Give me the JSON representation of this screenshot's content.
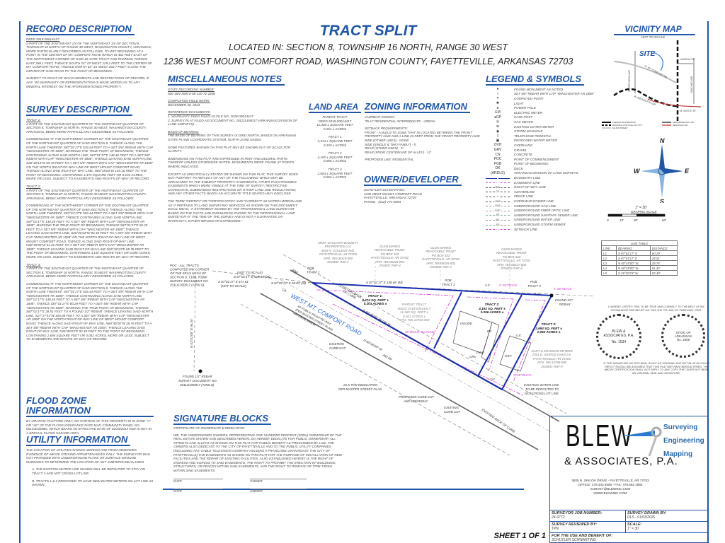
{
  "title": "TRACT SPLIT",
  "location": "LOCATED IN: SECTION 8, TOWNSHIP 16 NORTH, RANGE 30 WEST",
  "address": "1236 WEST MOUNT COMFORT ROAD, WASHINGTON COUNTY, FAYETTEVILLE, ARKANSAS 72703",
  "record": {
    "heading": "RECORD DESCRIPTION",
    "deed": "DEED 2018-00014417:",
    "text": "A PART OF THE SOUTHEAST 1/4 OF THE NORTHEAST 1/4 OF SECTION 8, TOWNSHIP 16 NORTH OF RANGE 30 WEST, WASHINGTON COUNTY, ARKANSAS, MORE PARTICULARLY DESCRIBED AS FOLLOWS, TO-WIT: BEGINNING AT A POINT IN THE CENTER OF MT. COMFORT ROAD WHICH IS 462 FEET EAST OF THE NORTHWEST CORNER OF SAID 40 ACRE TRACT AND RUNNING THENCE EAST 288.1 FEET, THENCE SOUTH 24° 19' WEST 129.2 FEET TO THE CENTER OF MT. COMFORT ROAD, THENCE NORTH 63° 16' WEST 262.7 FEET ALONG THE CENTER OF SAID ROAD TO THE POINT OF BEGINNING.",
    "subject": "SUBJECT TO RIGHT OF WAY,EASEMENTS AND RESTRICTIONS OF RECORD, IF ANY. NO WARRANTY OR REPRESENTATION IS MADE HEREIN AS TO ANY MINERAL INTEREST ON THE AFOREMENTIONED PROPERTY."
  },
  "survey": {
    "heading": "SURVEY DESCRIPTION",
    "tracts": [
      {
        "label": "TRACT 1:",
        "intro": "A PART OF THE SOUTHEAST QUARTER OF THE NORTHEAST QUARTER OF SECTION 8, TOWNSHIP 16 NORTH, RANGE 30 WEST, WASHINGTON COUNTY, ARKANSAS, BEING MORE PARTICULARLY DESCRIBED AS FOLLOWS:",
        "body": "COMMENCING AT THE NORTHWEST CORNER OF THE SOUTHEAST QUARTER OF THE NORTHEAST QUARTER OF SAID SECTION 8, THENCE ALONG THE NORTH LINE THEREOF, S87°01'17\"E 528.44 FEET TO A SET 5/8\" REBAR WITH CAP \"WINCHESTER AR 1808\", MARKING THE TRUE POINT OF BEGINNING; THENCE CONTINUING ALONG SAID NORTH LINE, S87°01'17\"E 148.46 FEET TO A SET 5/8\" REBAR WITH CAP \"WINCHESTER AR 1808\"; THENCE LEAVING SAID NORTH LINE, S26°36'13\"W 65.78 FEET TO A SET 5/8\" REBAR WITH CAP \"WINCHESTER AR 1808\" ON THE NORTH RIGHT-OF-WAY LINE OF WEST MOUNT COMFORT ROAD; THENCE ALONG SAID RIGHT-OF-WAY LINE, N60°45'00\"W 136.16 FEET TO THE POINT OF BEGINNING. CONTAINING 4,474 SQUARE FEET OR 0.103 ACRES, MORE OR LESS. SUBJECT TO EASEMENTS AND RIGHTS-OF-WAY OF RECORD."
      },
      {
        "label": "TRACT 2:",
        "intro": "A PART OF THE SOUTHEAST QUARTER OF THE NORTHEAST QUARTER OF SECTION 8, TOWNSHIP 16 NORTH, RANGE 30 WEST, WASHINGTON COUNTY, ARKANSAS, BEING MORE PARTICULARLY DESCRIBED AS FOLLOWS:",
        "body": "COMMENCING AT THE NORTHWEST CORNER OF THE SOUTHEAST QUARTER OF THE NORTHEAST QUARTER OF SAID SECTION 8, THENCE ALONG THE NORTH LINE THEREOF, S87°01'17\"E 528.44 FEET TO A SET 5/8\" REBAR WITH CAP \"WINCHESTER AR 1808\"; THENCE CONTINUING ALONG SAID NORTH LINE, S87°01'17\"E 148.46 FEET TO A SET 5/8\" REBAR WITH CAP \"WINCHESTER AR 1808\", MARKING THE TRUE POINT OF BEGINNING; THENCE S87°01'17\"E 60.29 FEET TO A SET 5/8\" REBAR WITH CAP \"WINCHESTER AR 1808\"; THENCE LEAVING SAID NORTH LINE, S26°00'23\"W 92.40 FEET TO A SET 5/8\" REBAR WITH CAP \"WINCHESTER AR 1808\" ON THE NORTH RIGHT-OF-WAY LINE OF WEST MOUNT COMFORT ROAD; THENCE ALONG SAID RIGHT-OF-WAY LINE N60°45'00\"W 51.42 FEET TO A SET 5/8\" REBAR WITH CAP \"WINCHESTER AR 1808\"; THENCE LEAVING SAID RIGHT-OF-WAY LINE N26°36'13\"E 65.78 FEET TO THE POINT OF BEGINNING. CONTAINING 4,192 SQUARE FEET OR 0.096 ACRES, MORE OR LESS. SUBJECT TO EASEMENTS AND RIGHTS-OF-WAY OF RECORD."
      },
      {
        "label": "TRACT 3:",
        "intro": "A PART OF THE SOUTHEAST QUARTER OF THE NORTHEAST QUARTER OF SECTION 8, TOWNSHIP 16 NORTH, RANGE 30 WEST, WASHINGTON COUNTY, ARKANSAS, BEING MORE PARTICULARLY DESCRIBED AS FOLLOWS:",
        "body": "COMMENCING AT THE NORTHWEST CORNER OF THE SOUTHEAST QUARTER OF THE NORTHEAST QUARTER OF SAID SECTION 8, THENCE ALONG THE NORTH LINE THEREOF, S87°01'17\"E 528.44 FEET TO A SET 5/8\" REBAR WITH CAP \"WINCHESTER AR 1808\"; THENCE CONTINUING ALONG SAID NORTH LINE, S87°01'17\"E 148.46 FEET TO A SET 5/8\" REBAR WITH CAP \"WINCHESTER AR 1808\"; THENCE S87°01'17\"E 60.29 FEET TO A SET 5/8\" REBAR WITH CAP \"WINCHESTER AR 1808\", MARKING THE TRUE POINT OF BEGINNING; THENCE S87°01'17\"E 28.51 FEET TO A FOUND 1/2\" REBAR; THENCE LEAVING SAID NORTH LINE, S27°17'43\"W 105.08 FEET TO A SET 5/8\" REBAR WITH CAP \"WINCHESTER AR 1808\" ON THE NORTH RIGHT-OF-WAY LINE OF WEST MOUNT COMFORT ROAD; THENCE ALONG SAID RIGHT-OF-WAY LINE, N60°45'00\"W 28.76 FEET TO A SET 5/8\" REBAR WITH CAP \"WINCHESTER AR 1808\"; THENCE LEAVING SAID RIGHT-OF-WAY LINE, N26°00'23\"E 92.40 FEET TO THE POINT OF BEGINNING. CONTAINING 2,694 SQUARE FEET OR 0.062 ACRES, MORE OR LESS. SUBJECT TO EASEMENTS AND RIGHTS-OF-WAY OF RECORD."
      }
    ]
  },
  "flood": {
    "heading": "FLOOD ZONE INFORMATION",
    "text": "BY GRAPHIC PLOTTING ONLY, NO PORTION OF THIS PROPERTY IS IN ZONE \"A\" OR \"AE\" OF THE FLOOD INSURANCE RATE MAP, COMMUNITY PANEL NO. 05143C0208G, WHICH BEARS AN EFFECTIVE DATE OF 01/25/2024 AND IS NOT IN A SPECIAL FLOOD HAZARD AREA."
  },
  "utility": {
    "heading": "UTILITY INFORMATION",
    "text": "THE LOCATION OF UTILITIES SHOWN HEREON ARE FROM OBSERVED EVIDENCE OF ABOVE GROUND APPURTENANCES ONLY. THE SURVEYOR WAS NOT PROVIDED WITH UNDERGROUND PLANS OR SURFACE GROUND MARKINGS TO DETERMINE THE LOCATION OF ANY SUBTERRANEAN USES.",
    "a": "A. THE EXISTING WATER LINE SHOWN WILL BE REROUTED TO STAY ON TRACT 3 AND NOT CROSS LOT LINE.",
    "b": "B. TRACTS 1 & 2 PROPOSED TO HAVE NEW WATER METERS ON LOT LINE AS SHOWN."
  },
  "misc": {
    "heading": "MISCELLANEOUS NOTES",
    "items": [
      {
        "label": "STATE RECORDING NUMBER:",
        "text": "500-16N-30W-0-08-120-72-1808"
      },
      {
        "label": "COMPLETED FIELD WORK:",
        "text": "DECEMBER 30, 2024"
      },
      {
        "label": "REFERENCE DOCUMENTS:",
        "text": "1. WARRANTY DEED FILED AS FILE NO. 2018-00014417.\n2. SURVEY PLAT FILED AS DOCUMENT NO. 201111300017 (ARKANSAS DIVISION OF LAND SURVEYS)."
      },
      {
        "label": "BASIS OF BEARING:",
        "text": "THE BASIS OF BEARING OF THIS SURVEY IS GRID NORTH, BASED ON ARKANSAS STATE PLANE COORDINATE SYSTEM, NORTH ZONE NAD83."
      }
    ],
    "paras": [
      "SOME FEATURES SHOWN ON THIS PLAT MAY BE SHOWN OUT OF SCALE FOR CLARITY.",
      "DIMENSIONS ON THIS PLAT ARE EXPRESSED IN FEET AND DECIMAL PARTS THEREOF UNLESS OTHERWISE NOTED. MONUMENTS WERE FOUND AT POINTS WHERE INDICATED.",
      "EXCEPT AS SPECIFICALLY STATED OR SHOWN ON THIS PLAT, THIS SURVEY DOES NOT PURPORT TO REFLECT OF ANY OF THE FOLLOWING WHICH MAY BE APPLICABLE TO THE SUBJECT PROPERTY: EASEMENTS, OTHER THAN POSSIBLE EASEMENTS WHICH WERE VISIBLE AT THE TIME OF SURVEY; RESTRICTIVE COVENANTS; SUBDIVISION RESTRICTIONS OR OTHER LAND USE REGULATIONS; AND ANY OTHER FACTS WHICH AN ACCURATE TITLE SEARCH MAY DISCLOSE.",
      "THE TERM \"CERTIFY\" OR \"CERTIFICATION\" AND \"CORRECT\" AS NOTED HEREON AND AS IT PERTAINS TO LAND SURVEYING SERVICES AS SHOWN ON THIS DOCUMENT SHALL MEAN, \"A STATEMENT SIGNED BY THE PROFESSIONAL LAND SURVEYOR BASED ON THE FACTS AND KNOWLEDGE KNOWN TO THE PROFESSIONAL LAND SURVEYOR AT THE TIME OF THE SURVEY AND IS NOT A GUARANTEE OR WARRANTY, EITHER IMPLIED OR EXPRESSED.\""
    ]
  },
  "land": {
    "heading": "LAND AREA",
    "blocks": [
      {
        "name": "PARENT TRACT",
        "l1": "DEED 2018-00014417",
        "l2": "11,360 ± SQUARE FEET",
        "l3": "0.261 ± ACRES"
      },
      {
        "name": "TRACT 1",
        "l1": "",
        "l2": "4,474 ± SQUARE FEET",
        "l3": "0.103 ± ACRES"
      },
      {
        "name": "TRACT 2",
        "l1": "",
        "l2": "4,192 ± SQUARE FEET",
        "l3": "0.096 ± ACRES"
      },
      {
        "name": "TRACT 3",
        "l1": "",
        "l2": "2,694 ± SQUARE FEET",
        "l3": "0.062 ± ACRES"
      }
    ]
  },
  "zoning": {
    "heading": "ZONING INFORMATION",
    "current_label": "CURRENT ZONING:",
    "current": "\"RI-U\" RESIDENTIAL INTERMEDIATE - URBAN",
    "setback_label": "SETBACK REQUIREMENTS:",
    "setbacks": [
      "FRONT - A BUILD-TO ZONE THAT IS LOCATED BETWEEN THE FRONT PROPERTY LINE AND A LINE 25 FEET FROM THE FRONT PROPERTY LINE.",
      "SIDE (OTHER USES) - NONE",
      "SIDE (SINGLE & TWO FAMILY) - 5'",
      "REAR (OTHER USES) - 5'",
      "REAR (FROM CENTERLINE OF ALLEY) - 12'"
    ],
    "proposed": "PROPOSED USE: RESIDENTIAL"
  },
  "owner": {
    "heading": "OWNER/DEVELOPER",
    "lines": [
      "SCHUYLER SCHWARTING",
      "1236 WEST MOUNT COMFORT ROAD",
      "FAYETTEVILLE, ARKANSAS 72703",
      "PHONE - (512)-771-6084"
    ]
  },
  "legend": {
    "heading": "LEGEND & SYMBOLS",
    "items": [
      {
        "sym": "●",
        "desc": "FOUND MONUMENT AS NOTED"
      },
      {
        "sym": "○",
        "desc": "SET 5/8\" REBAR WITH CAP \"WINCHESTER AR 1808\""
      },
      {
        "sym": "✦",
        "desc": "COMPUTED POINT"
      },
      {
        "sym": "✺",
        "desc": "LIGHT"
      },
      {
        "sym": "ø",
        "desc": "POWER POLE"
      },
      {
        "sym": "EM",
        "desc": "ELECTRIC METER"
      },
      {
        "sym": "●GP",
        "desc": "GATE POST"
      },
      {
        "sym": "◎",
        "desc": "GAS METER"
      },
      {
        "sym": "⊛",
        "desc": "EXISTING WATER METER"
      },
      {
        "sym": "◉",
        "desc": "STORM MANHOLE"
      },
      {
        "sym": "▯",
        "desc": "TELEPHONE PEDESTAL"
      },
      {
        "sym": "▣",
        "desc": "PROPOSED WATER METER"
      },
      {
        "sym": "OVH",
        "desc": "OVERHANG"
      },
      {
        "sym": "GRV",
        "desc": "GRAVEL"
      },
      {
        "sym": "CN",
        "desc": "CONCRETE"
      },
      {
        "sym": "POC",
        "desc": "POINT OF COMMENCEMENT"
      },
      {
        "sym": "POB",
        "desc": "POINT OF BEGINNING"
      },
      {
        "sym": "DK",
        "desc": "DECK"
      },
      {
        "sym": "(ARDLS)",
        "desc": "ARKANSAS DIVISION OF LAND SURVEYS"
      }
    ],
    "lines": [
      {
        "sym": "",
        "desc": "BOUNDARY LINE",
        "color": "#1a2fb0"
      },
      {
        "sym": "",
        "desc": "EASEMENT LINE",
        "color": "#b050c0"
      },
      {
        "sym": "R/W",
        "desc": "RIGHT-OF-WAY LINE",
        "color": "#555"
      },
      {
        "sym": "C/L",
        "desc": "CENTERLINE",
        "color": "#555"
      },
      {
        "sym": "x",
        "desc": "FENCE LINE",
        "color": "#555"
      },
      {
        "sym": "OHP",
        "desc": "OVERHEAD POWER LINE",
        "color": "#555"
      },
      {
        "sym": "GAS",
        "desc": "UNDERGROUND GAS LINE",
        "color": "#999"
      },
      {
        "sym": "FOP",
        "desc": "UNDERGROUND FIBER OPTIC LINE",
        "color": "#999"
      },
      {
        "sym": "SS",
        "desc": "UNDERGROUND SANITARY SEWER LINE",
        "color": "#8aa"
      },
      {
        "sym": "WL",
        "desc": "UNDERGROUND WATER LINE",
        "color": "#999"
      },
      {
        "sym": "SD",
        "desc": "UNDERGROUND STORM SEWER",
        "color": "#999"
      },
      {
        "sym": "",
        "desc": "SETBACK LINE",
        "color": "#d040d0"
      }
    ]
  },
  "vicinity": {
    "heading": "VICINITY MAP",
    "not_to_scale": "NOT TO SCALE",
    "site": "SITE",
    "streets": [
      "N. STEPHENS AVE",
      "W. MT. COMFORT RD",
      "LAWSON ST.",
      "OAKLAND AVE",
      "W. WEDINGTON DR",
      "W. NORTH ST."
    ],
    "key": [
      "FREEWAY/EXPRESSWAY",
      "REGIONAL LINK-HIGH ACTIVITY",
      "MAJOR STREET",
      "NEIGHBORHOOD LINK",
      "REGIONAL LINK"
    ]
  },
  "north": {
    "n": "N",
    "s": "S",
    "e": "E",
    "w": "W"
  },
  "scale": {
    "ratio": "1\" = 30'",
    "label": "GRAPHIC SCALE",
    "ticks": [
      "0",
      "15'",
      "30'",
      "60'"
    ]
  },
  "line_table": {
    "title": "LINE TABLE",
    "headers": [
      "LINE",
      "BEARING",
      "DISTANCE"
    ],
    "rows": [
      [
        "L1",
        "S 87°01'17\" E",
        "60.29'"
      ],
      [
        "L2",
        "S 87°01'17\" E",
        "28.51'"
      ],
      [
        "L3",
        "N 60°45'00\" W",
        "28.76'"
      ],
      [
        "L4",
        "N 60°45'00\" W",
        "51.42'"
      ],
      [
        "L5",
        "S 26°00'23\" W",
        "92.40'"
      ]
    ]
  },
  "cert": {
    "top": "I HEREBY CERTIFY THIS TO BE TRUE AND CORRECT TO THE BEST OF MY KNOWLEDGE AND BELIEF ON THIS THE 5TH DAY OF FEBRUARY, 2025.",
    "seal1": [
      "BLEW &",
      "ASSOCIATES, P.A.",
      "No. 1534"
    ],
    "seal2": [
      "STATE OF",
      "ARKANSAS",
      "No. 1808"
    ],
    "bottom": "IF THE SIGNATURE ON THIS SEAL IS NOT AN ORIGINAL AND NOT BLUE IN COLOR THEN IT SHOULD BE ASSUMED THAT THIS PLAT MAY HAVE BEEN ALTERED. THE ABOVE CERTIFICATION SHALL NOT APPLY TO ANY COPY THAT DOES NOT BEAR AN ORIGINAL SEAL AND SIGNATURE."
  },
  "signature": {
    "heading": "SIGNATURE BLOCKS",
    "sub": "CERTIFICATE OF OWNERSHIP & DEDICATION",
    "text": "WE, THE UNDERSIGNED OWNERS, REPRESENTING ONE HUNDRED PERCENT (100%) OWNERSHIP OF THE REAL ESTATE SHOWN AND DESCRIBED HEREIN, DO HEREBY DEDICATE FOR PUBLIC OWNERSHIP, ALL STREETS AND ALLEYS AS SHOWN ON THIS PLAT FOR PUBLIC BENEFIT AS PRESCRIBED BY LAW. THE OWNERS ALSO DEDICATE TO THE CITY OF FAYETTEVILLE AND TO THE PUBLIC UTILITY COMPANIES (INCLUDING ANY CABLE TELEVISION COMPANY HOLDING A FRANCHISE GRANTED BY THE CITY OF FAYETTEVILLE) THE EASEMENTS AS SHOWN ON THIS PLAT FOR THE PURPOSE OF INSTALLATION OF NEW FACILITIES AND THE REPAIR OF EXISTING FACILITIES. ALSO ESTABLISHED HEREBY IS THE RIGHT OF INGRESS AND EGRESS TO SAID EASEMENTS, THE RIGHT TO PROHIBIT THE ERECTION OF BUILDINGS, STRUCTURES, OR FENCES WITHIN SAID EASEMENTS, AND THE RIGHT TO REMOVE OR TRIM TREES WITHIN SAID EASEMENTS.",
    "date": "DATE",
    "owner": "OWNER"
  },
  "company": {
    "name1": "BLEW",
    "name2": "& ASSOCIATES, P.A.",
    "services": [
      "Surveying",
      "Engineering",
      "Mapping"
    ],
    "address": "3825 N. SHILOH DRIVE - FAYETTEVILLE, AR 72703",
    "phone": "OFFICE: 479.443.4506 - FAX: 479.582.1883",
    "email": "SURVEY@BLEWINC.COM",
    "web": "WWW.BLEWINC.COM"
  },
  "titleblock": {
    "job_label": "SURVEYOR JOB NUMBER:",
    "job": "24-9772",
    "drawn_label": "SURVEY DRAWN BY:",
    "drawn": "DLS - 01/03/2025",
    "reviewed_label": "SURVEY REVIEWED BY:",
    "reviewed": "TPN",
    "scale_label": "SCALE:",
    "scale": "1\" = 30'",
    "benefit_label": "FOR THE USE AND BENEFIT OF:",
    "benefit": "SCHUYLER SCHWARTING",
    "sheet": "SHEET 1 OF 1"
  },
  "plat": {
    "neighbors": [
      {
        "l": [
          "MARY ZACCANTI BASSETT",
          "PROPERTIES LLC",
          "3263 N. COLLEGE AVE.",
          "FAYETTEVILLE, AR 72703",
          "APN: 765-06319-000",
          "ZONED: RSF-4"
        ]
      },
      {
        "l": [
          "GLEN MARKS",
          "REVOCABLE TRUST",
          "PO BOX 533",
          "FAYETTEVILLE, AR 72702",
          "APN: 765-06318-001",
          "ZONED: RSF-4"
        ]
      },
      {
        "l": [
          "GLEN MARKS",
          "REVOCABLE TRUST",
          "PO BOX 533",
          "FAYETTEVILLE, AR 72702",
          "APN: 765-06318-002",
          "ZONED: RSF-4"
        ]
      },
      {
        "l": [
          "GLEN MARKS",
          "REVOCABLE TRUST",
          "PO BOX 533",
          "FAYETTEVILLE, AR 72702",
          "APN: 765-06317-000",
          "ZONED: RSF-4"
        ]
      },
      {
        "l": [
          "GARY & SHANNON PETERS",
          "2341 E. GENTLE OAKS LN.",
          "FAYETTEVILLE, AR 72703",
          "APN: 765-13765-000",
          "ZONED: RSF-4"
        ]
      }
    ],
    "parent": [
      "PARENT TRACT",
      "DEED 2018-00014417",
      "11,360 SQ. FEET ±",
      "0.261 ACRES ±",
      "APN: 765-13764-000"
    ],
    "tract1": [
      "TRACT 1:",
      "4,474 SQ. FEET ±",
      "0.103 ACRES ±"
    ],
    "tract2": [
      "TRACT 2:",
      "4,192 SQ. FEET ±",
      "0.096 ACRES ±"
    ],
    "tract3": [
      "TRACT 3:",
      "2,694 SQ. FEET ±",
      "0.062 ACRES ±"
    ],
    "labels": {
      "poc": [
        "POC - ALL TRACTS",
        "COMPUTED NW CORNER",
        "OF THE SE1/4 NE1/4 OF",
        "SECTION 8, T16N, R30W",
        "SURVEY DOCUMENT NO.",
        "201111300017 (ARDLS)"
      ],
      "nts1": "(NOT TO SCALE)",
      "b1": "S 87°01'17\" E  528.44' (M)",
      "b2": "S 87°01'17\" E  477.61'",
      "nts2": "(NOT TO SCALE)",
      "b3": "S 87°01'17\" E  50.83' (M)",
      "b4": "S 87°01'17\" E  148.46' (M)",
      "pob1": [
        "POB",
        "TRACT 1"
      ],
      "pob2": [
        "POB",
        "TRACT 2"
      ],
      "pob3": [
        "POB",
        "TRACT 3"
      ],
      "road": "WEST MT. COMFORT ROAD",
      "road_sub": [
        "40' PUBLIC RIGHT-OF-WAY",
        "(PER MASTER STREET PLAN)",
        "ARTERIAL MINOR"
      ],
      "rw": "R/W",
      "cl": "C/L",
      "backcurb": [
        "EXISTING BACK",
        "OF CURB"
      ],
      "vert": "N 03°01'06\" E  94.50'",
      "found1": [
        "FOUND 1/2\" REBAR",
        "SURVEY DOCUMENT NO.",
        "201111300017 (ARDLS)"
      ],
      "curbcut": [
        "EXISTING",
        "CURB CUT"
      ],
      "dedication": [
        "22.5' R/W DEDICATION",
        "PER MASTER STREET PLAN"
      ],
      "proposed_curb": [
        "PROPOSED CURB CUT",
        "AND DRIVEWAY"
      ],
      "curbcut2": [
        "EXISTING",
        "CURB CUT"
      ],
      "backcurb2": "EXISTING BACK OF CURB",
      "water": [
        "EXISTING WATER LINE",
        "TO BE REROUTED TO",
        "NOT CROSS LOT LINE"
      ],
      "found2": [
        "FOUND 1/2\"",
        "REBAR"
      ],
      "setback": "5' SETBACK",
      "build": "25' BUILD-TO ZONE",
      "house": "HOUSE",
      "dk": "DK",
      "ovh": "OVH",
      "grv": "GRV",
      "cn": "CN",
      "d43": "4.3'",
      "d12": "1.2'",
      "d05": "0.5'",
      "b5": "N 60°45'00\" W  136.16'",
      "b6": "N 60°45'00\" W",
      "d262": "262.69'"
    }
  }
}
